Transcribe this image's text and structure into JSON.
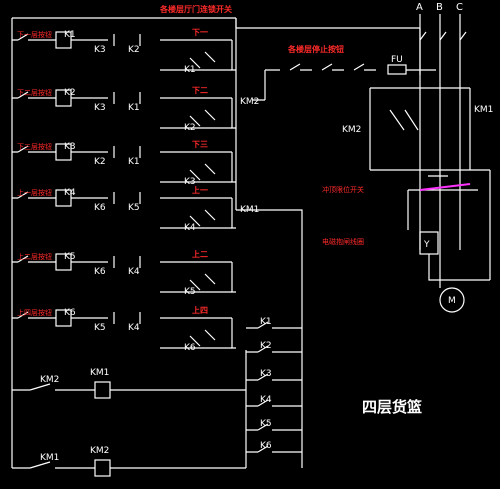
{
  "diagram": {
    "title": "四层货篮",
    "top_heading": "各楼层厅门连锁开关",
    "stop_heading": "各楼层停止按钮",
    "fuse_label": "FU",
    "phases": [
      "A",
      "B",
      "C"
    ],
    "rows": [
      {
        "button": "下一层按钮",
        "contacts": [
          "K1",
          "K3",
          "K2"
        ],
        "limit": "下一",
        "coil": "K1"
      },
      {
        "button": "下二层按钮",
        "contacts": [
          "K2",
          "K3",
          "K1"
        ],
        "limit": "下二",
        "coil": "K2"
      },
      {
        "button": "下三层按钮",
        "contacts": [
          "K3",
          "K2",
          "K1"
        ],
        "limit": "下三",
        "coil": "K3"
      },
      {
        "button": "上一层按钮",
        "contacts": [
          "K4",
          "K6",
          "K5"
        ],
        "limit": "上一",
        "coil": "K4"
      },
      {
        "button": "上二层按钮",
        "contacts": [
          "K5",
          "K6",
          "K4"
        ],
        "limit": "上二",
        "coil": "K5"
      },
      {
        "button": "上四层按钮",
        "contacts": [
          "K6",
          "K5",
          "K4"
        ],
        "limit": "上四",
        "coil": "K6"
      }
    ],
    "side_labels": {
      "km2_top": "KM2",
      "km1_mid": "KM1",
      "km1_right": "KM1",
      "km2_right": "KM2"
    },
    "relay_stack": [
      "K1",
      "K2",
      "K3",
      "K4",
      "K5",
      "K6"
    ],
    "coil_row_1": {
      "left": "KM2",
      "coil": "KM1"
    },
    "coil_row_2": {
      "left": "KM1",
      "coil": "KM2"
    },
    "right_labels": {
      "limit": "冲顶限位开关",
      "brake": "电磁抱闸线圈",
      "brake_coil": "Y",
      "motor": "M"
    }
  }
}
